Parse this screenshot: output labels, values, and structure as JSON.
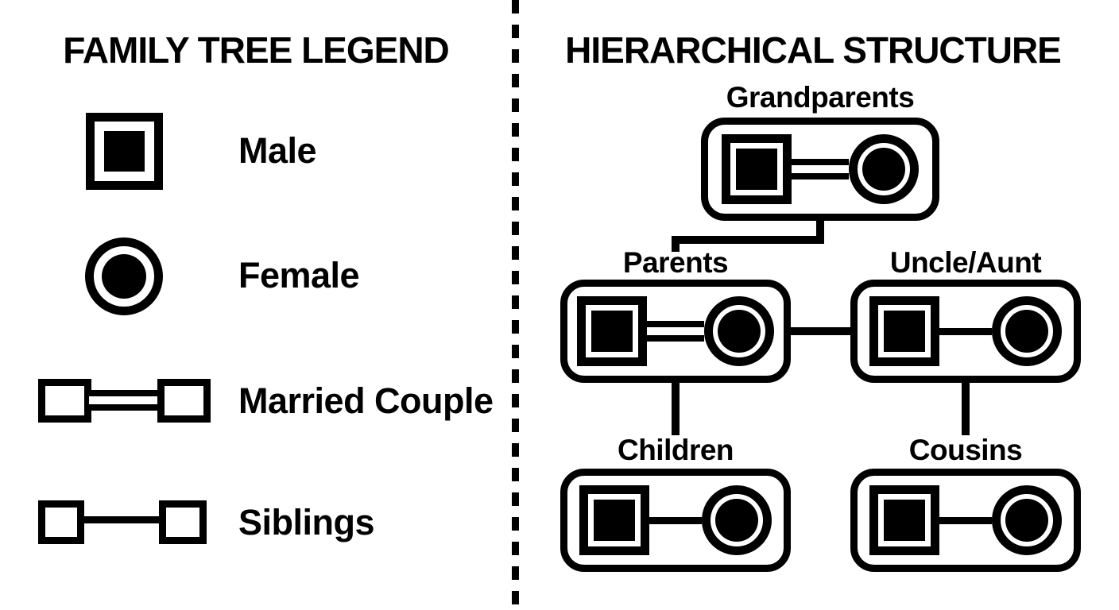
{
  "colors": {
    "ink": "#000000",
    "paper": "#ffffff"
  },
  "legend": {
    "title": "FAMILY TREE LEGEND",
    "items": [
      {
        "symbol": "filled-square",
        "label": "Male"
      },
      {
        "symbol": "filled-circle",
        "label": "Female"
      },
      {
        "symbol": "two-squares-double-line",
        "label": "Married Couple"
      },
      {
        "symbol": "two-squares-single-line",
        "label": "Siblings"
      }
    ]
  },
  "hierarchy": {
    "title": "HIERARCHICAL STRUCTURE",
    "nodes": [
      {
        "id": "grandparents",
        "label": "Grandparents",
        "couple_bond": "double"
      },
      {
        "id": "parents",
        "label": "Parents",
        "couple_bond": "double"
      },
      {
        "id": "uncle_aunt",
        "label": "Uncle/Aunt",
        "couple_bond": "single"
      },
      {
        "id": "children",
        "label": "Children",
        "couple_bond": "single"
      },
      {
        "id": "cousins",
        "label": "Cousins",
        "couple_bond": "single"
      }
    ],
    "edges": [
      {
        "from": "grandparents",
        "to": "parents",
        "shape": "elbow"
      },
      {
        "from": "parents",
        "to": "uncle_aunt",
        "shape": "horizontal"
      },
      {
        "from": "parents",
        "to": "children",
        "shape": "vertical"
      },
      {
        "from": "uncle_aunt",
        "to": "cousins",
        "shape": "vertical"
      }
    ]
  }
}
